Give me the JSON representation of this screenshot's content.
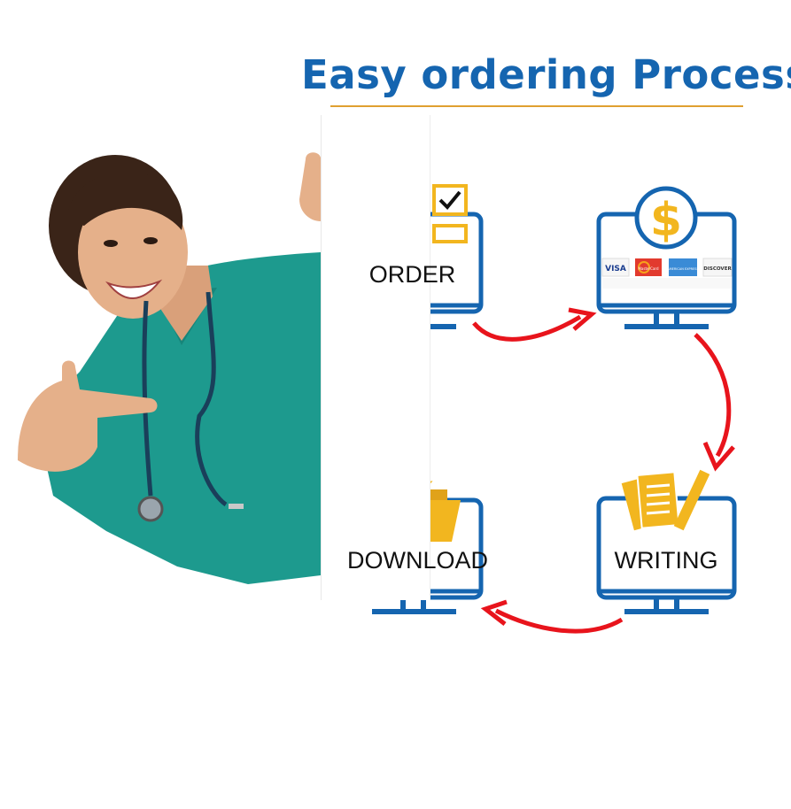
{
  "header": {
    "title": "Easy ordering Process"
  },
  "steps": [
    {
      "label": "ORDER",
      "icon": "order-form-icon"
    },
    {
      "label": "",
      "icon": "dollar-payment-icon"
    },
    {
      "label": "WRITING",
      "icon": "writing-papers-icon"
    },
    {
      "label": "DOWNLOAD",
      "icon": "download-folder-icon"
    }
  ],
  "payment_cards": [
    "VISA",
    "MasterCard",
    "AMERICAN EXPRESS",
    "DISCOVER"
  ],
  "colors": {
    "title": "#1565b0",
    "monitor": "#1565b0",
    "icon_fill": "#f2b61f",
    "arrow": "#e8141c",
    "title_rule": "#e0a030",
    "scrubs": "#1d9a8e"
  }
}
